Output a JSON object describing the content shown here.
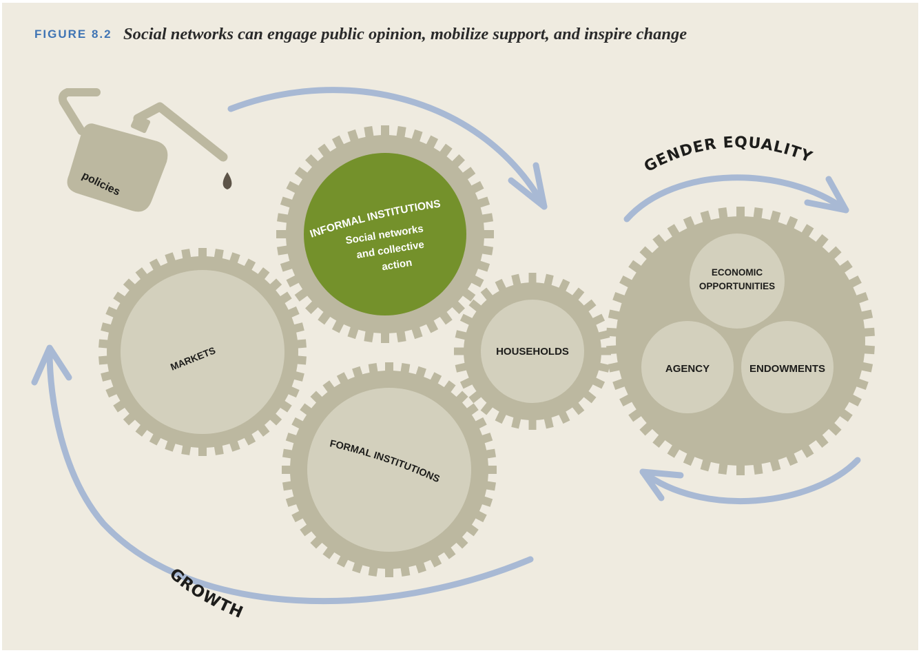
{
  "figure": {
    "label": "FIGURE 8.2",
    "title": "Social networks can engage public opinion, mobilize support, and inspire change"
  },
  "oil_can": {
    "label": "policies"
  },
  "gears": {
    "informal_institutions": {
      "title": "INFORMAL INSTITUTIONS",
      "line1": "Social networks",
      "line2": "and collective",
      "line3": "action"
    },
    "markets": {
      "label": "MARKETS"
    },
    "formal_institutions": {
      "label": "FORMAL INSTITUTIONS"
    },
    "households": {
      "label": "HOUSEHOLDS"
    },
    "gender_gear": {
      "economic_line1": "ECONOMIC",
      "economic_line2": "OPPORTUNITIES",
      "agency": "AGENCY",
      "endowments": "ENDOWMENTS"
    }
  },
  "cycles": {
    "gender_equality": "GENDER EQUALITY",
    "growth": "GROWTH"
  },
  "colors": {
    "background": "#efebe0",
    "gear": "#bcb8a0",
    "gear_inner": "#d3d0bd",
    "informal_green": "#74912b",
    "arrow": "#a8b9d4",
    "figure_label": "#3f74b4"
  }
}
